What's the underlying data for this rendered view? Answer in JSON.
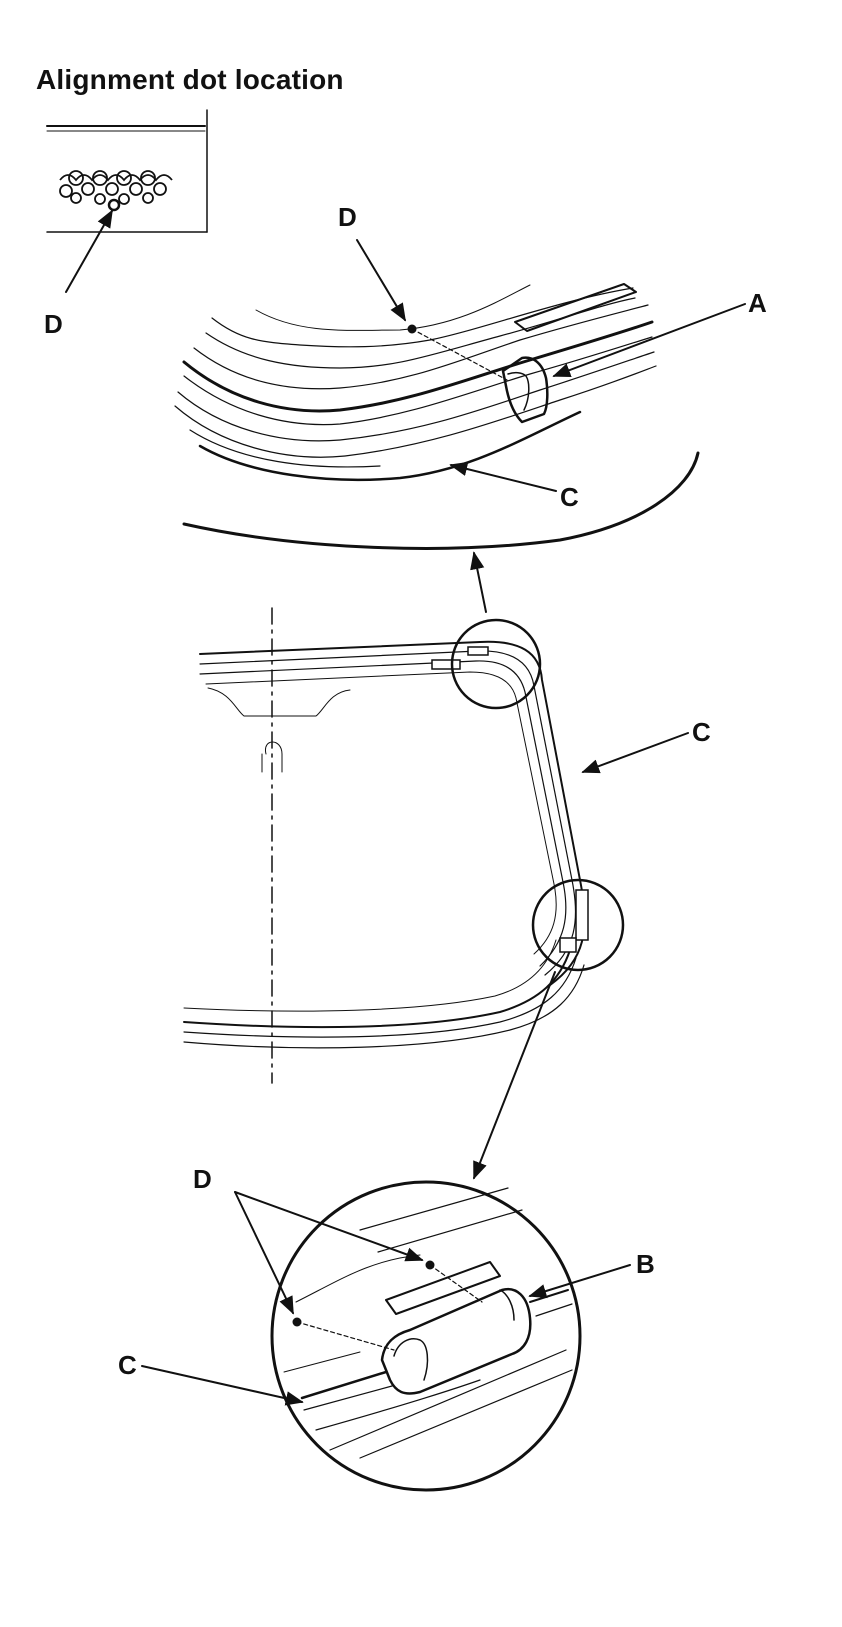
{
  "title": "Alignment dot location",
  "callouts": {
    "inset_d": "D",
    "top_d": "D",
    "top_a": "A",
    "top_c": "C",
    "mid_c": "C",
    "bottom_d": "D",
    "bottom_b": "B",
    "bottom_c": "C"
  },
  "colors": {
    "ink": "#111111",
    "paper": "#ffffff"
  }
}
